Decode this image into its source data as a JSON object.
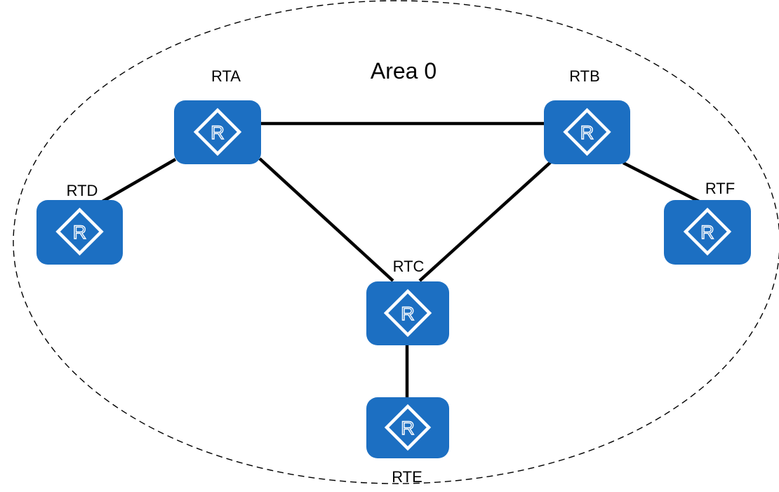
{
  "area": {
    "label": "Area 0"
  },
  "routers": {
    "rta": {
      "label": "RTA",
      "icon": "router-icon",
      "glyph": "R"
    },
    "rtb": {
      "label": "RTB",
      "icon": "router-icon",
      "glyph": "R"
    },
    "rtc": {
      "label": "RTC",
      "icon": "router-icon",
      "glyph": "R"
    },
    "rtd": {
      "label": "RTD",
      "icon": "router-icon",
      "glyph": "R"
    },
    "rte": {
      "label": "RTE",
      "icon": "router-icon",
      "glyph": "R"
    },
    "rtf": {
      "label": "RTF",
      "icon": "router-icon",
      "glyph": "R"
    }
  },
  "links": [
    {
      "from": "RTA",
      "to": "RTB"
    },
    {
      "from": "RTA",
      "to": "RTD"
    },
    {
      "from": "RTA",
      "to": "RTC"
    },
    {
      "from": "RTB",
      "to": "RTC"
    },
    {
      "from": "RTB",
      "to": "RTF"
    },
    {
      "from": "RTC",
      "to": "RTE"
    }
  ],
  "colors": {
    "router_fill": "#1c6fc2",
    "router_glyph": "#ffffff",
    "link": "#000000",
    "boundary": "#000000"
  }
}
